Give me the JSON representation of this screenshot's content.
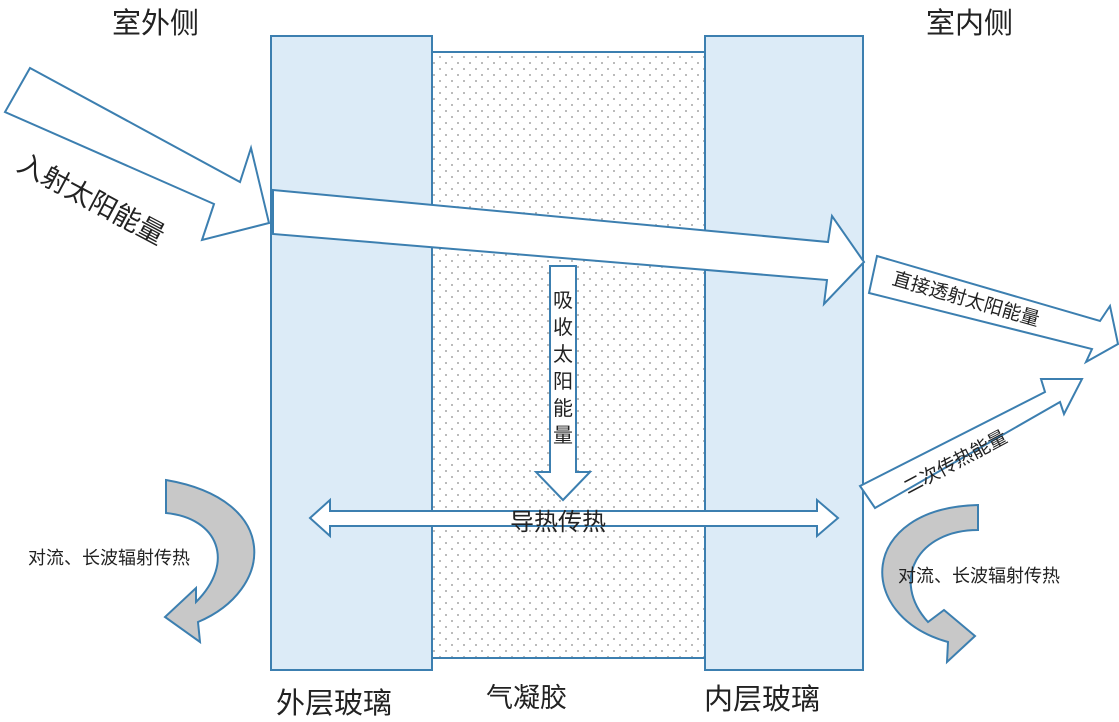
{
  "labels": {
    "outdoor": "室外侧",
    "indoor": "室内侧",
    "incident_solar": "入射太阳能量",
    "absorbed_solar": "吸收太阳能量",
    "direct_transmitted": "直接透射太阳能量",
    "secondary_heat": "二次传热能量",
    "conduction": "导热传热",
    "convection_left": "对流、长波辐射传热",
    "convection_right": "对流、长波辐射传热",
    "outer_glass": "外层玻璃",
    "aerogel": "气凝胶",
    "inner_glass": "内层玻璃"
  },
  "colors": {
    "glass_fill": "#dcebf7",
    "stroke": "#3c7fb0",
    "curve_fill": "#c8c8c8"
  }
}
